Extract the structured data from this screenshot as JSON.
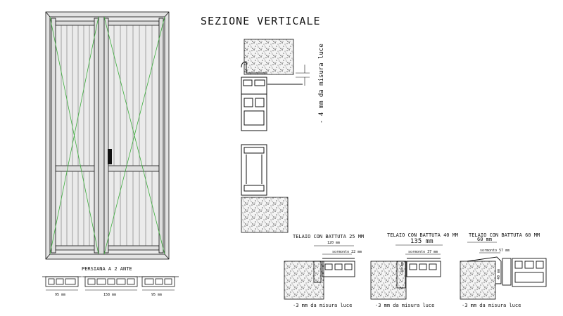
{
  "section_title": "SEZIONE VERTICALE",
  "vertical_note": "- 4 mm da misura luce",
  "shutter_caption": "PERSIANA A 2 ANTE",
  "shutter_dims": [
    "95 mm",
    "158 mm",
    "95 mm"
  ],
  "frames": [
    {
      "title": "TELAIO CON BATTUTA 25 MM",
      "width": "120 mm",
      "overlap": "sormonto 22 mm",
      "side": "",
      "note": "-3 mm da misura luce"
    },
    {
      "title": "TELAIO CON BATTUTA 40 MM",
      "width": "135 mm",
      "overlap": "sormonto 37 mm",
      "side": "40 mm",
      "note": "-3 mm da misura luce"
    },
    {
      "title": "TELAIO CON BATTUTA 60 MM",
      "width": "60 mm",
      "overlap": "sormonto 57 mm",
      "side": "40 mm",
      "note": "-3 mm da misura luce"
    }
  ],
  "colors": {
    "line": "#111111",
    "diagonal": "#3fae3f",
    "panel": "#e9e9e9"
  }
}
